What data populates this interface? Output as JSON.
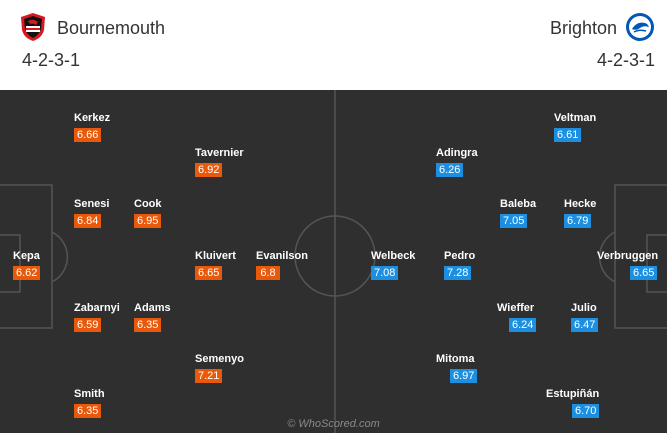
{
  "home": {
    "name": "Bournemouth",
    "formation": "4-2-3-1",
    "crest_icon": "bournemouth-crest-icon",
    "rating_color": "#e8590c",
    "players": [
      {
        "name": "Kerkez",
        "rating": "6.66"
      },
      {
        "name": "Tavernier",
        "rating": "6.92"
      },
      {
        "name": "Senesi",
        "rating": "6.84"
      },
      {
        "name": "Cook",
        "rating": "6.95"
      },
      {
        "name": "Kepa",
        "rating": "6.62"
      },
      {
        "name": "Kluivert",
        "rating": "6.65"
      },
      {
        "name": "Evanilson",
        "rating": "6.8"
      },
      {
        "name": "Zabarnyi",
        "rating": "6.59"
      },
      {
        "name": "Adams",
        "rating": "6.35"
      },
      {
        "name": "Semenyo",
        "rating": "7.21"
      },
      {
        "name": "Smith",
        "rating": "6.35"
      }
    ]
  },
  "away": {
    "name": "Brighton",
    "formation": "4-2-3-1",
    "crest_icon": "brighton-crest-icon",
    "rating_color": "#1c8fe0",
    "players": [
      {
        "name": "Veltman",
        "rating": "6.61"
      },
      {
        "name": "Adingra",
        "rating": "6.26"
      },
      {
        "name": "Baleba",
        "rating": "7.05"
      },
      {
        "name": "Hecke",
        "rating": "6.79"
      },
      {
        "name": "Welbeck",
        "rating": "7.08"
      },
      {
        "name": "Pedro",
        "rating": "7.28"
      },
      {
        "name": "Verbruggen",
        "rating": "6.65"
      },
      {
        "name": "Wieffer",
        "rating": "6.24"
      },
      {
        "name": "Julio",
        "rating": "6.47"
      },
      {
        "name": "Mitoma",
        "rating": "6.97"
      },
      {
        "name": "Estupiñán",
        "rating": "6.70"
      }
    ]
  },
  "watermark": "© WhoScored.com"
}
